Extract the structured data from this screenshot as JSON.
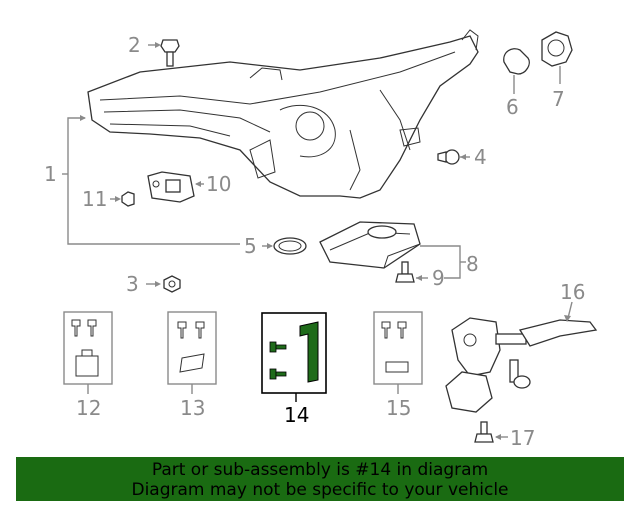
{
  "callouts": [
    "1",
    "2",
    "3",
    "4",
    "5",
    "6",
    "7",
    "8",
    "9",
    "10",
    "11",
    "12",
    "13",
    "14",
    "15",
    "16",
    "17"
  ],
  "highlighted_part": "14",
  "colors": {
    "banner_bg": "#1a6b12",
    "highlight_part": "#1f6b1a",
    "callout_gray": "#8a8a8a"
  },
  "banner": {
    "line1": "Part or sub-assembly is #14 in diagram",
    "line2": "Diagram may not be specific to your vehicle"
  }
}
